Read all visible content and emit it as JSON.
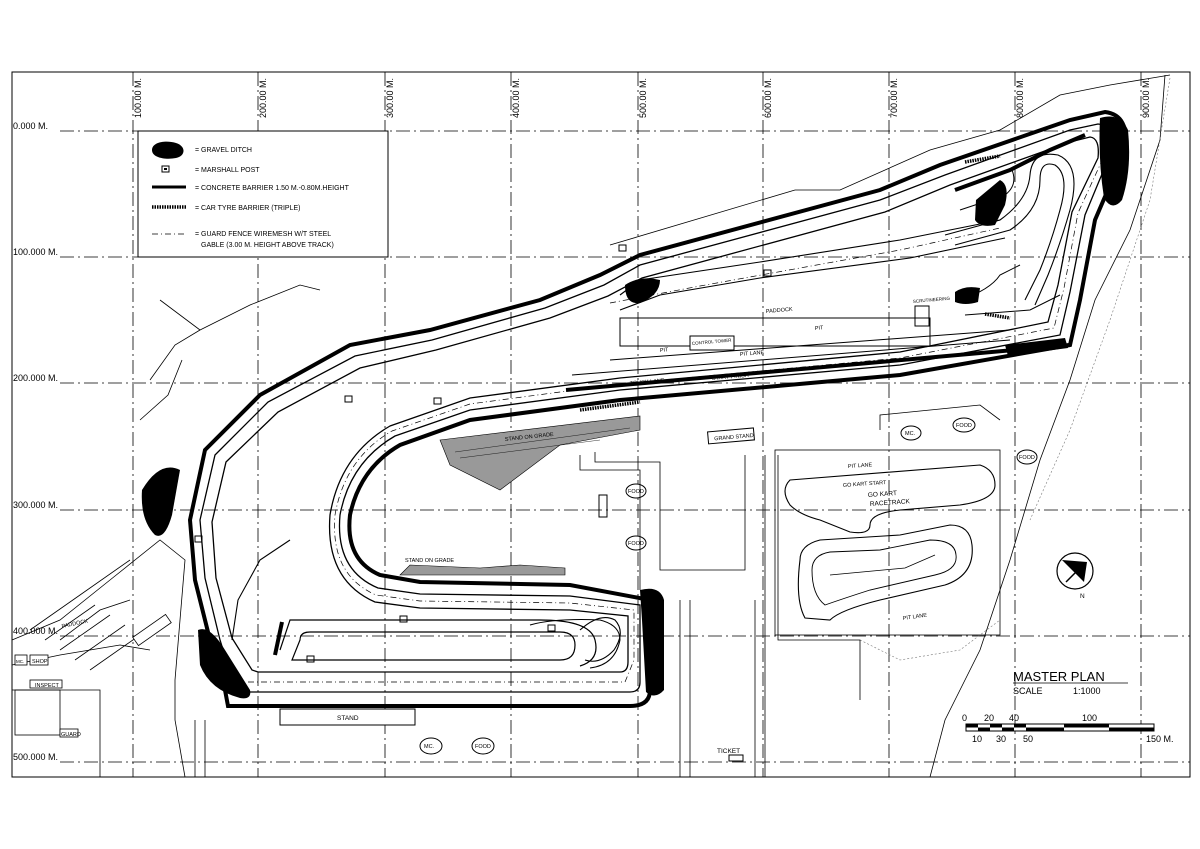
{
  "y_axis_labels": [
    "0.000 M.",
    "100.000 M.",
    "200.000 M.",
    "300.000 M.",
    "400.000 M.",
    "500.000 M."
  ],
  "x_axis_labels": [
    "100.00 M.",
    "200.00 M.",
    "300.00 M.",
    "400.00 M.",
    "500.00 M.",
    "600.00 M.",
    "700.00 M.",
    "800.00 M.",
    "900.00 M."
  ],
  "legend": {
    "gravel_ditch": "= GRAVEL DITCH",
    "marshall_post": "= MARSHALL  POST",
    "concrete_barrier": "= CONCRETE BARRIER 1.50 M.-0.80M.HEIGHT",
    "car_tyre_barrier": "= CAR TYRE BARRIER (TRIPLE)",
    "guard_fence_line1": "= GUARD FENCE WIREMESH W/T STEEL",
    "guard_fence_line2": "GABLE (3.00 M. HEIGHT ABOVE TRACK)"
  },
  "labels": {
    "paddock_top": "PADDOCK",
    "pit_1": "PIT",
    "pit_2": "PIT",
    "pit_lane": "PIT LANE",
    "control_tower": "CONTROL TOWER",
    "scrutineering": "SCRUTINEERING",
    "truck_lane": "TRUCK LANE",
    "start_finish": "START   FINISH",
    "stand_on_grade_1": "STAND ON GRADE",
    "stand_on_grade_2": "STAND ON GRADE",
    "grand_stand": "GRAND STAND",
    "mc_1": "MC.",
    "food_1": "FOOD",
    "food_2": "FOOD",
    "food_3": "FOOD",
    "food_4": "FOOD",
    "mc_2": "MC.",
    "food_5": "FOOD",
    "go_kart_pit_lane_1": "PIT LANE",
    "go_kart_start": "GO KART START",
    "go_kart": "GO KART",
    "racetrack": "RACETRACK",
    "go_kart_pit_lane_2": "PIT LANE",
    "paddock_left": "PADDOCK",
    "shop": "SHOP",
    "inspect": "INSPECT",
    "guard": "GUARD",
    "mc_left": "MC.",
    "stand": "STAND",
    "ticket": "TICKET",
    "north": "N"
  },
  "title_block": {
    "title": "MASTER  PLAN",
    "scale_label": "SCALE",
    "scale_value": "1:1000",
    "scale_bar_top": [
      "0",
      "20",
      "40",
      "100"
    ],
    "scale_bar_bottom": [
      "10",
      "30",
      "50",
      "150  M."
    ]
  }
}
